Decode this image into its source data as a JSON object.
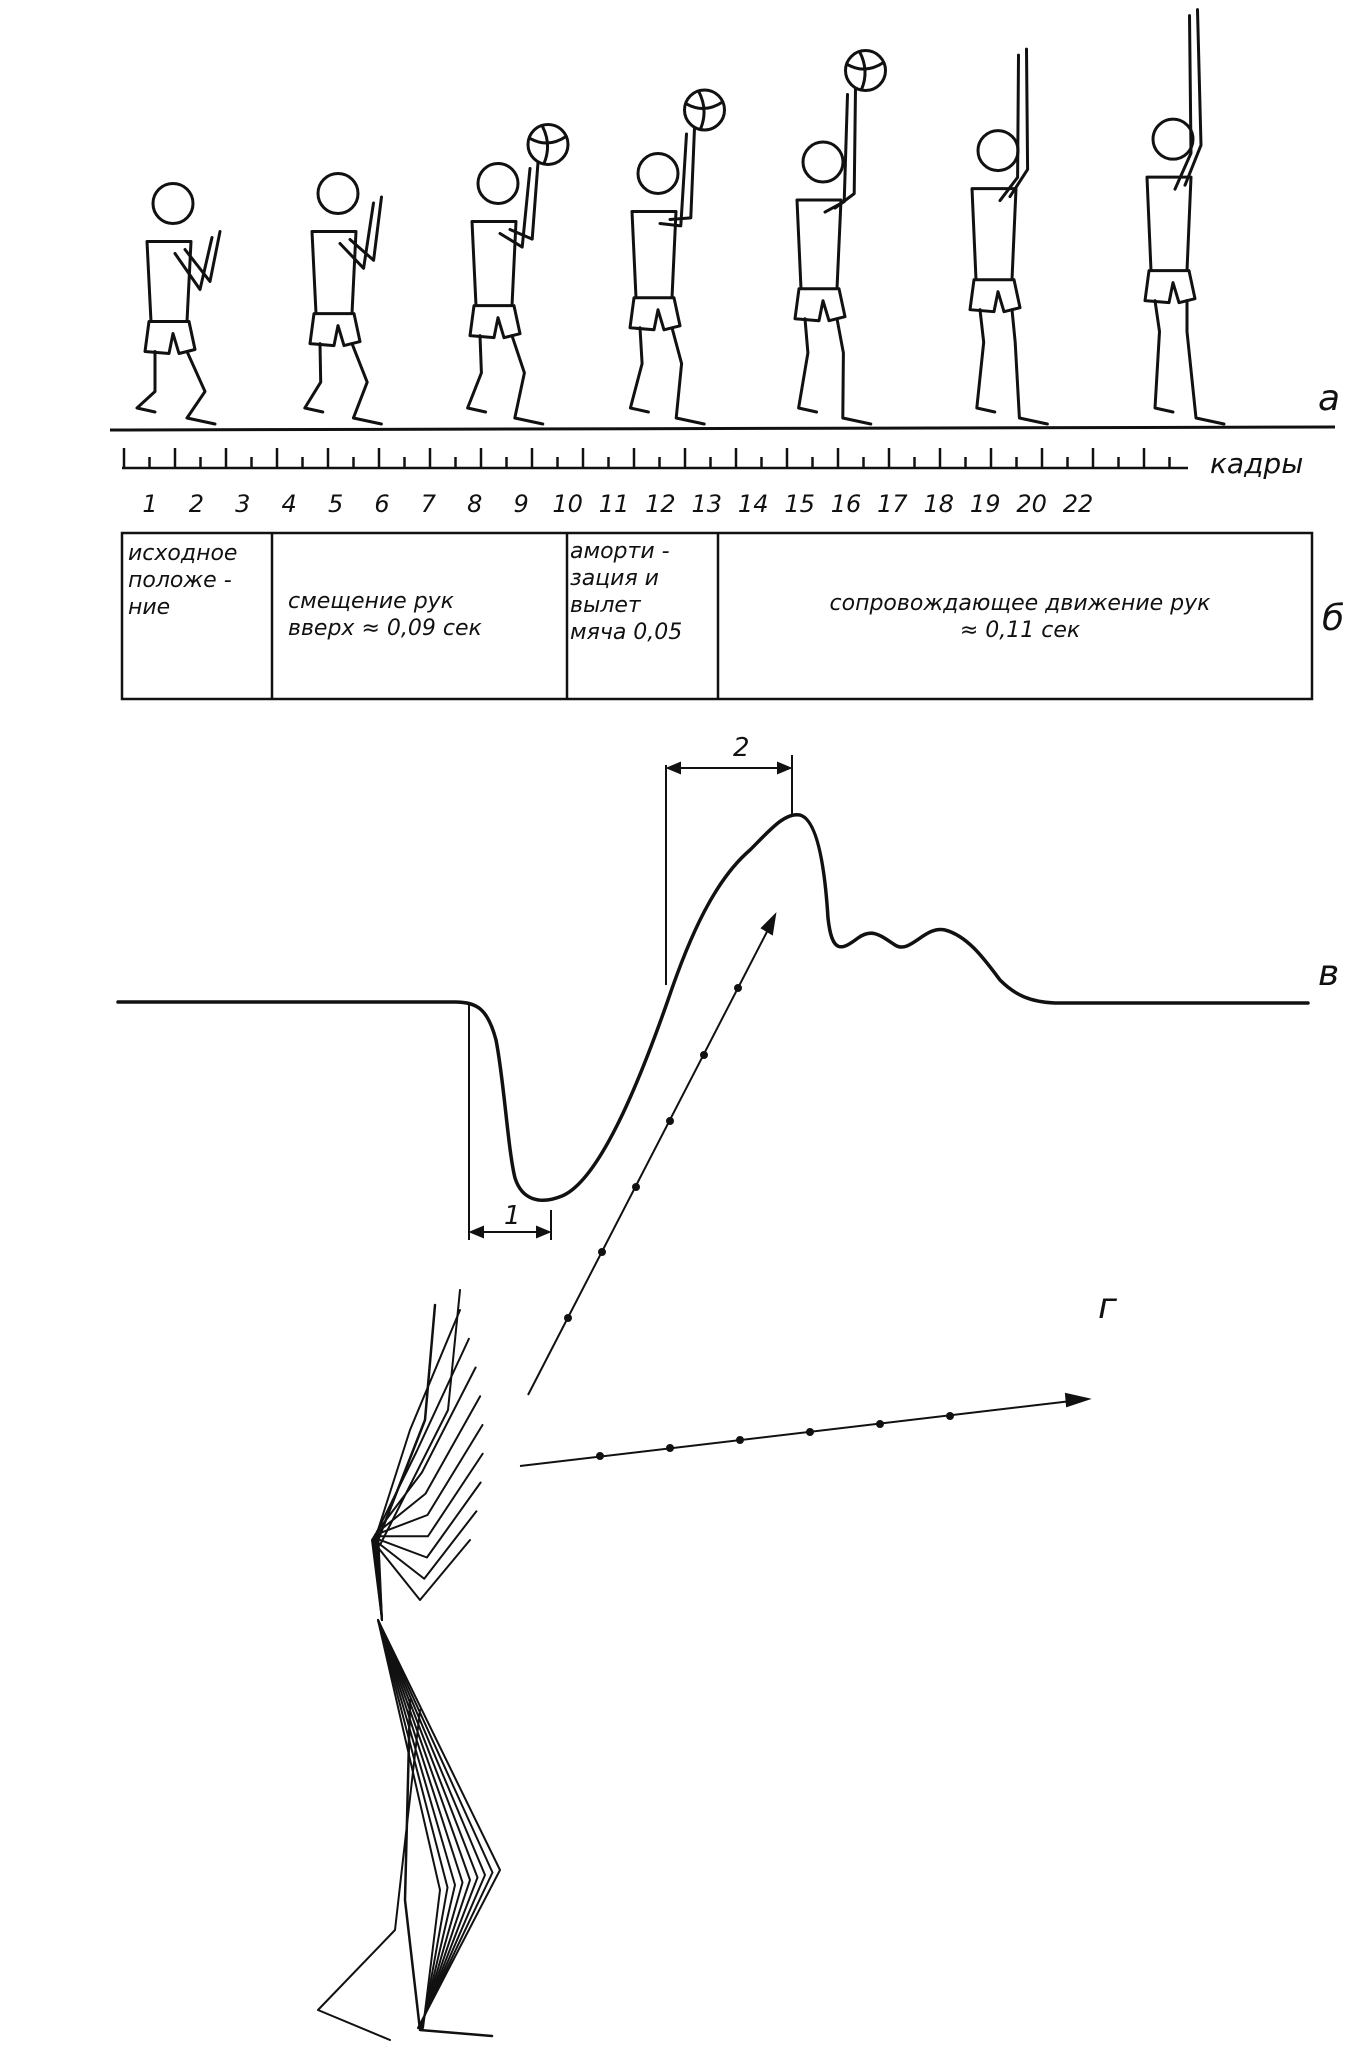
{
  "panels": {
    "a": "а",
    "b": "б",
    "v": "в",
    "g": "г"
  },
  "frames": {
    "label": "кадры",
    "numbers": [
      "1",
      "2",
      "3",
      "4",
      "5",
      "6",
      "7",
      "8",
      "9",
      "10",
      "11",
      "12",
      "13",
      "14",
      "15",
      "16",
      "17",
      "18",
      "19",
      "20",
      "22"
    ]
  },
  "phases": [
    {
      "lines": [
        "исходное",
        "положе -",
        "ние"
      ]
    },
    {
      "lines": [
        "смещение рук",
        "вверх ≈ 0,09 сек"
      ]
    },
    {
      "lines": [
        "аморти -",
        "зация и",
        "вылет",
        "мяча 0,05"
      ]
    },
    {
      "lines": [
        "сопровождающее движение рук",
        "≈ 0,11 сек"
      ]
    }
  ],
  "intervals": {
    "one": "1",
    "two": "2"
  },
  "icons": {
    "figures": "player-silhouette-icon",
    "ball": "volleyball-icon",
    "arrow": "arrow-icon"
  }
}
